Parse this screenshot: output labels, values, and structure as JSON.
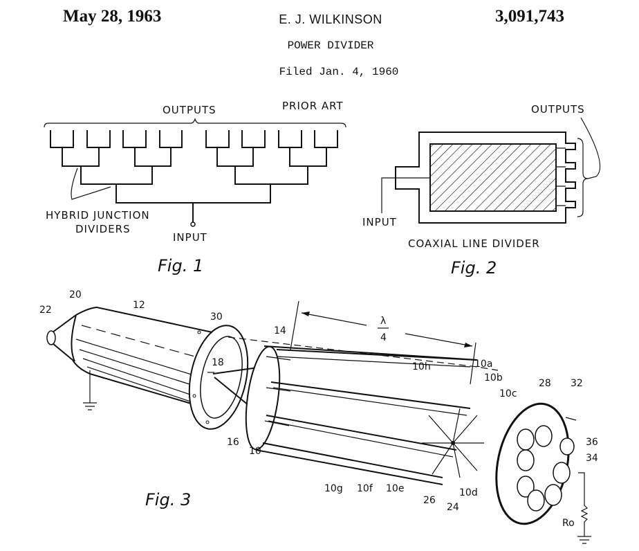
{
  "header": {
    "date": "May 28, 1963",
    "inventor": "E. J. WILKINSON",
    "patent_number": "3,091,743",
    "title": "POWER DIVIDER",
    "filed": "Filed Jan. 4, 1960"
  },
  "fig1": {
    "outputs_label": "OUTPUTS",
    "prior_art_label": "PRIOR ART",
    "hybrid_label_line1": "HYBRID JUNCTION",
    "hybrid_label_line2": "DIVIDERS",
    "input_label": "INPUT",
    "caption": "Fig. 1"
  },
  "fig2": {
    "outputs_label": "OUTPUTS",
    "input_label": "INPUT",
    "name_label": "COAXIAL LINE DIVIDER",
    "caption": "Fig. 2"
  },
  "fig3": {
    "caption": "Fig. 3",
    "dimension_numerator": "λ",
    "dimension_denominator": "4",
    "refs": {
      "r22": "22",
      "r20": "20",
      "r12": "12",
      "r30": "30",
      "r14": "14",
      "r18": "18",
      "r16": "16",
      "r10": "10",
      "r10h": "10h",
      "r10a": "10a",
      "r10b": "10b",
      "r10c": "10c",
      "r28": "28",
      "r32": "32",
      "r36": "36",
      "r34": "34",
      "r10g": "10g",
      "r10f": "10f",
      "r10e": "10e",
      "r26": "26",
      "r24": "24",
      "r10d": "10d",
      "ro": "Ro"
    }
  }
}
